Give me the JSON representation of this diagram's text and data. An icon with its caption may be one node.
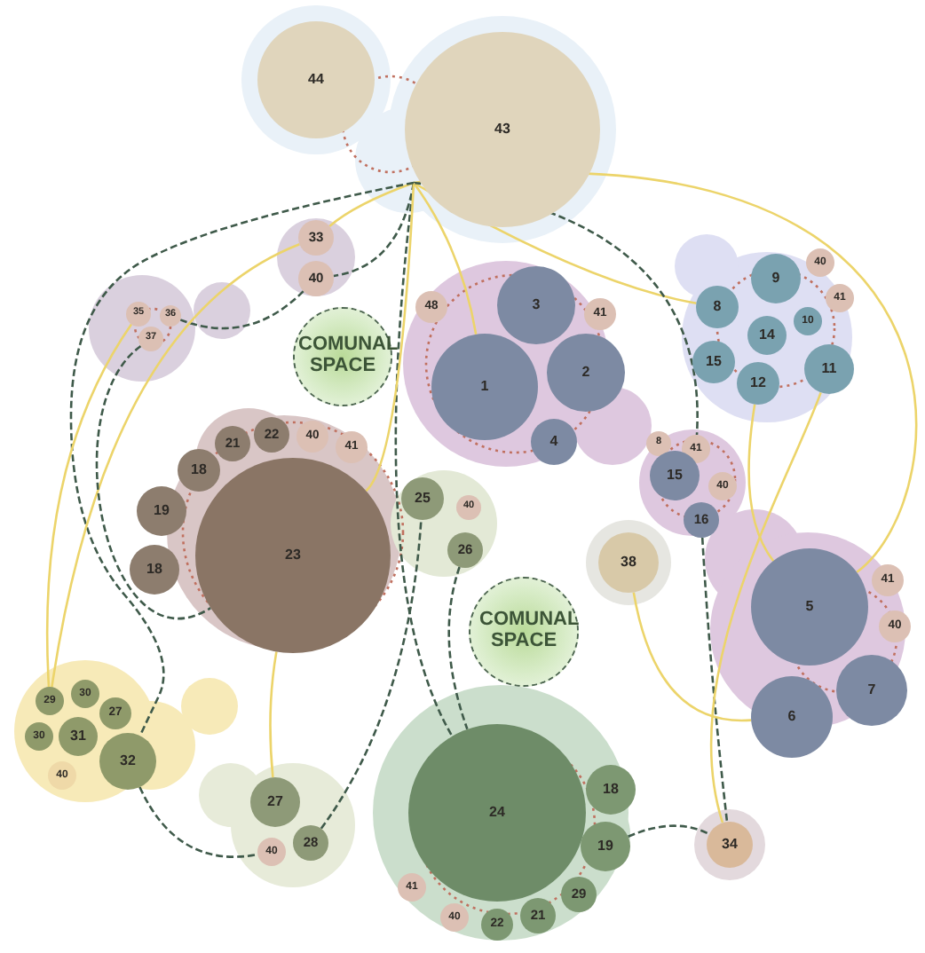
{
  "diagram": {
    "nodes": [
      {
        "text": [
          "44"
        ]
      },
      {
        "text": [
          "43"
        ]
      },
      {
        "text": [
          "33"
        ]
      },
      {
        "text": [
          "40"
        ]
      },
      {
        "text": [
          "35"
        ]
      },
      {
        "text": [
          "36"
        ]
      },
      {
        "text": [
          "37"
        ]
      },
      {
        "text": [
          "COMUNAL SPACE"
        ]
      },
      {
        "text": [
          "48"
        ]
      },
      {
        "text": [
          "3"
        ]
      },
      {
        "text": [
          "41"
        ]
      },
      {
        "text": [
          "1"
        ]
      },
      {
        "text": [
          "2"
        ]
      },
      {
        "text": [
          "4"
        ]
      },
      {
        "text": [
          "9"
        ]
      },
      {
        "text": [
          "40"
        ]
      },
      {
        "text": [
          "41"
        ]
      },
      {
        "text": [
          "8"
        ]
      },
      {
        "text": [
          "14"
        ]
      },
      {
        "text": [
          "10"
        ]
      },
      {
        "text": [
          "15"
        ]
      },
      {
        "text": [
          "12"
        ]
      },
      {
        "text": [
          "11"
        ]
      },
      {
        "text": [
          "22"
        ]
      },
      {
        "text": [
          "40"
        ]
      },
      {
        "text": [
          "41"
        ]
      },
      {
        "text": [
          "21"
        ]
      },
      {
        "text": [
          "8"
        ]
      },
      {
        "text": [
          "41"
        ]
      },
      {
        "text": [
          "18"
        ]
      },
      {
        "text": [
          "15"
        ]
      },
      {
        "text": [
          "40"
        ]
      },
      {
        "text": [
          "25"
        ]
      },
      {
        "text": [
          "40"
        ]
      },
      {
        "text": [
          "19"
        ]
      },
      {
        "text": [
          "16"
        ]
      },
      {
        "text": [
          "26"
        ]
      },
      {
        "text": [
          "23"
        ]
      },
      {
        "text": [
          "18"
        ]
      },
      {
        "text": [
          "38"
        ]
      },
      {
        "text": [
          "41"
        ]
      },
      {
        "text": [
          "5"
        ]
      },
      {
        "text": [
          "40"
        ]
      },
      {
        "text": [
          "COMUNAL SPACE"
        ]
      },
      {
        "text": [
          "7"
        ]
      },
      {
        "text": [
          "30"
        ]
      },
      {
        "text": [
          "29"
        ]
      },
      {
        "text": [
          "27"
        ]
      },
      {
        "text": [
          "6"
        ]
      },
      {
        "text": [
          "30"
        ]
      },
      {
        "text": [
          "31"
        ]
      },
      {
        "text": [
          "32"
        ]
      },
      {
        "text": [
          "40"
        ]
      },
      {
        "text": [
          "18"
        ]
      },
      {
        "text": [
          "27"
        ]
      },
      {
        "text": [
          "24"
        ]
      },
      {
        "text": [
          "34"
        ]
      },
      {
        "text": [
          "19"
        ]
      },
      {
        "text": [
          "40"
        ]
      },
      {
        "text": [
          "28"
        ]
      },
      {
        "text": [
          "41"
        ]
      },
      {
        "text": [
          "29"
        ]
      },
      {
        "text": [
          "40"
        ]
      },
      {
        "text": [
          "21"
        ]
      },
      {
        "text": [
          "22"
        ]
      }
    ],
    "edges": [
      {
        "from": 1,
        "to": 2,
        "arrow": "none"
      },
      {
        "from": 1,
        "to": 3,
        "arrow": "none",
        "style": "dashed",
        "color": "#3f5a4a"
      },
      {
        "from": 3,
        "to": 5,
        "arrow": "none",
        "style": "dashed",
        "color": "#3f5a4a"
      },
      {
        "from": 1,
        "to": 11,
        "arrow": "none"
      },
      {
        "from": 1,
        "to": 17,
        "arrow": "none"
      },
      {
        "from": 35,
        "to": 56,
        "arrow": "none",
        "style": "dashed",
        "color": "#3f5a4a"
      },
      {
        "from": 1,
        "to": 41,
        "arrow": "none"
      },
      {
        "from": 1,
        "to": 28,
        "arrow": "none",
        "style": "dashed",
        "color": "#3f5a4a"
      },
      {
        "from": 1,
        "to": 55,
        "arrow": "none",
        "style": "dashed",
        "color": "#3f5a4a"
      },
      {
        "from": 1,
        "to": 37,
        "arrow": "none"
      },
      {
        "from": 1,
        "to": 51,
        "arrow": "none",
        "style": "dashed",
        "color": "#3f5a4a"
      },
      {
        "from": 2,
        "to": 46,
        "arrow": "none"
      },
      {
        "from": 6,
        "to": 37,
        "arrow": "none",
        "style": "dashed",
        "color": "#3f5a4a"
      },
      {
        "from": 4,
        "to": 46,
        "arrow": "none"
      },
      {
        "from": 37,
        "to": 54,
        "arrow": "none"
      },
      {
        "from": 51,
        "to": 58,
        "arrow": "none",
        "style": "dashed",
        "color": "#3f5a4a"
      },
      {
        "from": 57,
        "to": 56,
        "arrow": "none",
        "style": "dashed",
        "color": "#3f5a4a"
      },
      {
        "from": 21,
        "to": 41,
        "arrow": "none"
      },
      {
        "from": 22,
        "to": 56,
        "arrow": "none"
      },
      {
        "from": 39,
        "to": 48,
        "arrow": "none"
      },
      {
        "from": 36,
        "to": 55,
        "arrow": "none",
        "style": "dashed",
        "color": "#3f5a4a"
      },
      {
        "from": 59,
        "to": 32,
        "arrow": "none",
        "style": "dashed",
        "color": "#3f5a4a"
      }
    ]
  }
}
